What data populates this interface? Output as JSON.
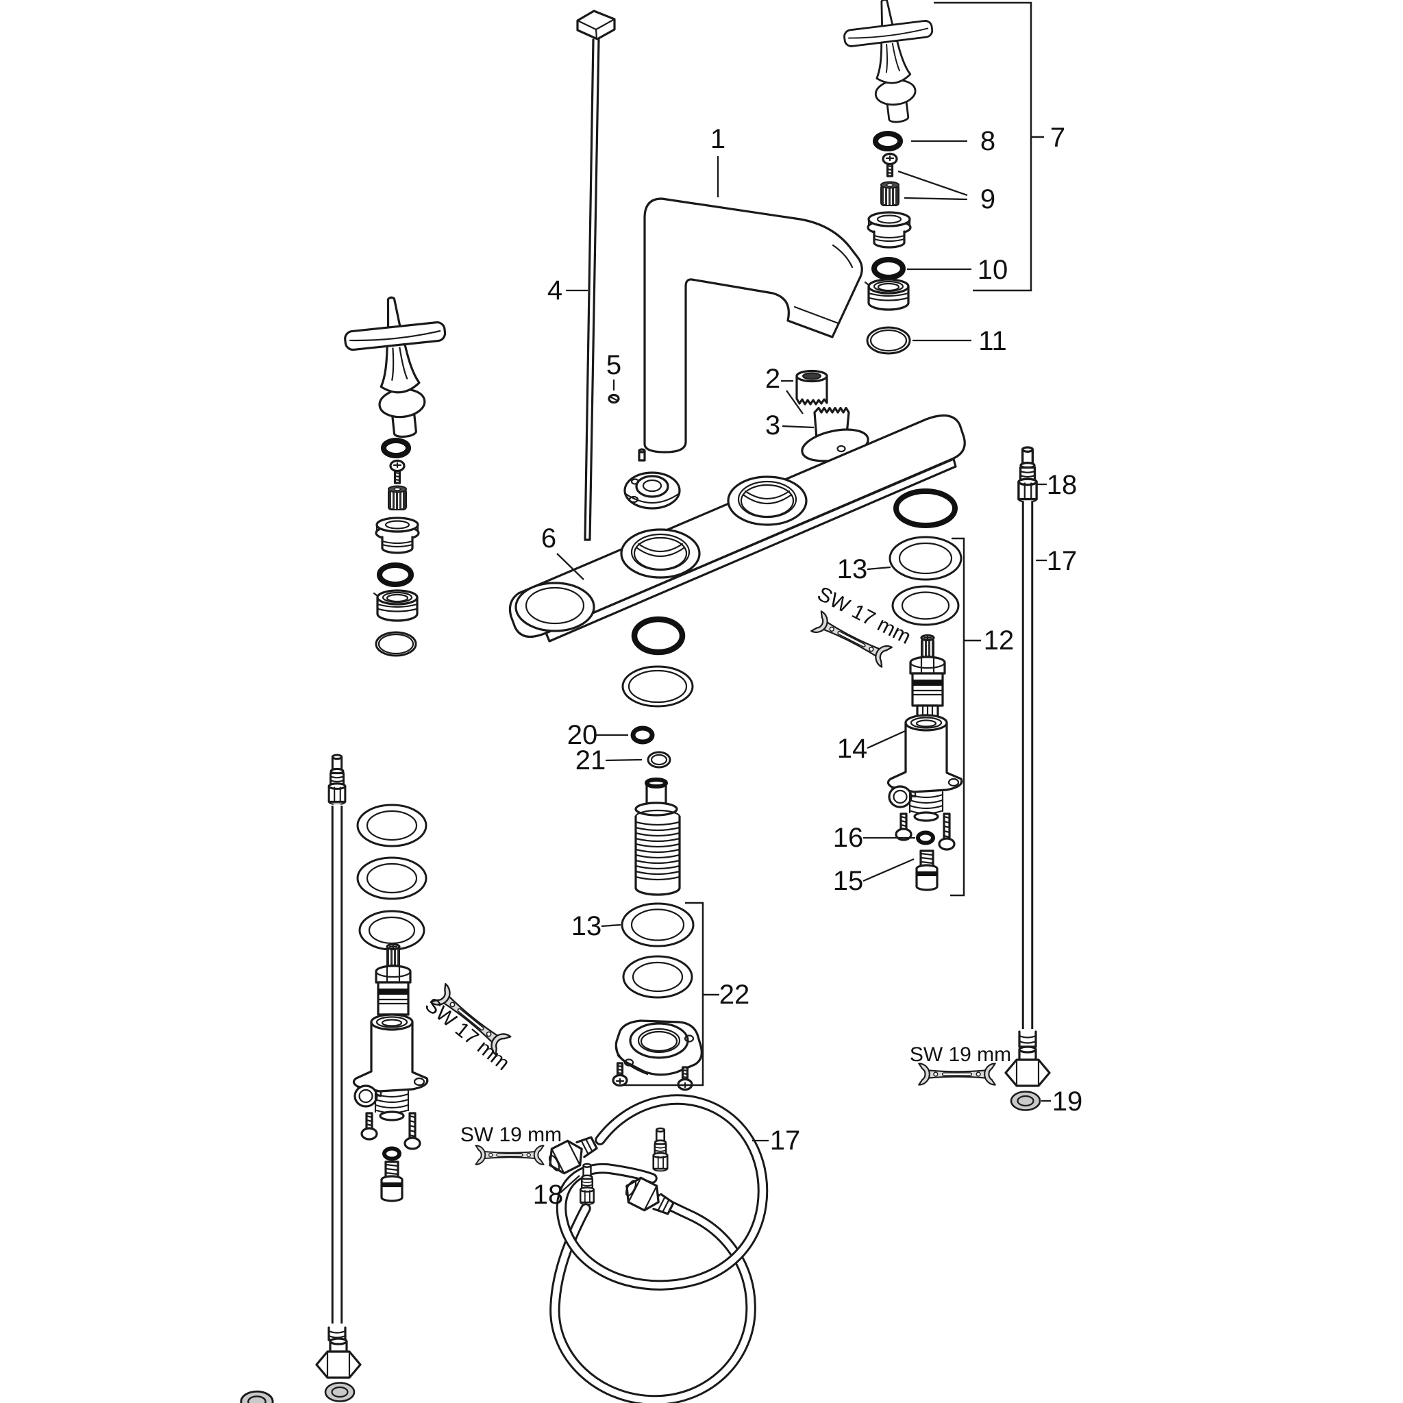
{
  "diagram": {
    "kind": "exploded-parts-diagram",
    "subject": "3-hole basin mixer tap with cross handles, exploded view",
    "background": "#ffffff",
    "line_color": "#1a1a1a",
    "tool_fill": "#d9d9d9",
    "oring_color": "#111111",
    "washer_fill": "#c9c9c9"
  },
  "callouts": {
    "n1": "1",
    "n2": "2",
    "n3": "3",
    "n4": "4",
    "n5": "5",
    "n6": "6",
    "n7": "7",
    "n8": "8",
    "n9": "9",
    "n10": "10",
    "n11": "11",
    "n12": "12",
    "n13": "13",
    "n14": "14",
    "n15": "15",
    "n16": "16",
    "n17": "17",
    "n18": "18",
    "n19": "19",
    "n20": "20",
    "n21": "21",
    "n22": "22"
  },
  "tool_labels": {
    "sw17": "SW 17 mm",
    "sw19": "SW 19 mm"
  }
}
